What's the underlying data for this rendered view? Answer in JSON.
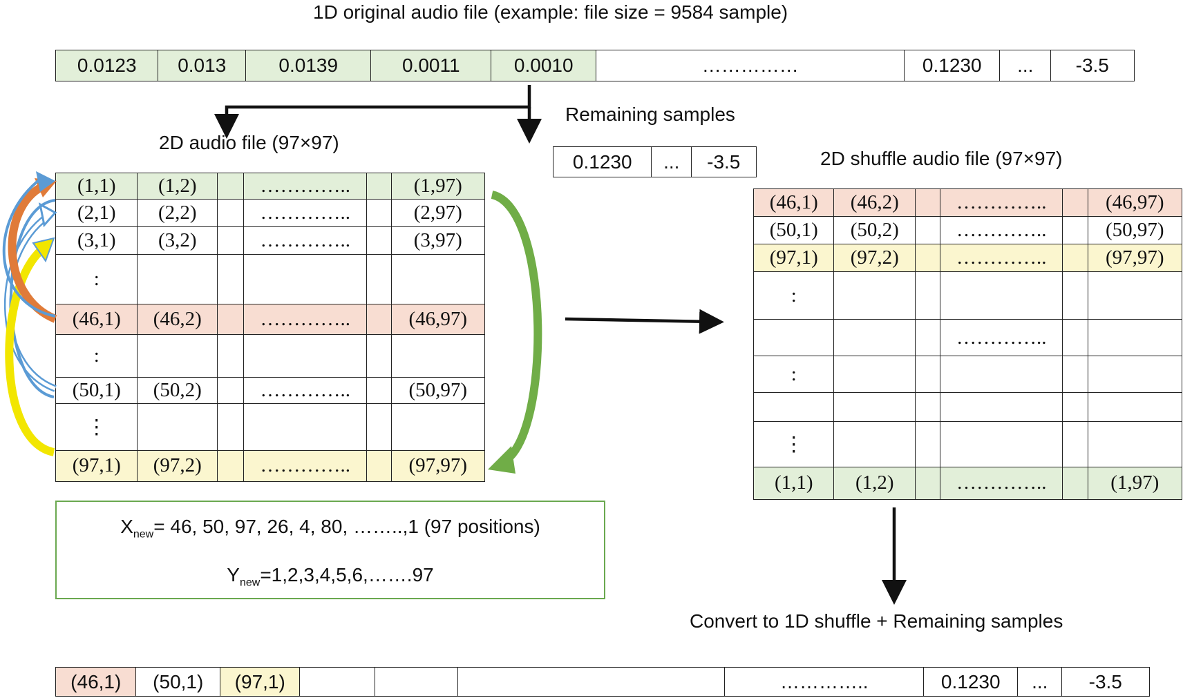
{
  "titles": {
    "original": "1D original audio file (example: file size = 9584 sample)",
    "remaining": "Remaining samples",
    "audio2d": "2D audio file (97×97)",
    "shuffle2d": "2D shuffle audio file (97×97)",
    "convert": "Convert to 1D shuffle + Remaining samples"
  },
  "row1d": [
    "0.0123",
    "0.013",
    "0.0139",
    "0.0011",
    "0.0010",
    "……………",
    "0.1230",
    "...",
    "-3.5"
  ],
  "remaining": [
    "0.1230",
    "...",
    "-3.5"
  ],
  "grid_left": [
    [
      "(1,1)",
      "(1,2)",
      "",
      "…………..",
      "",
      "(1,97)"
    ],
    [
      "(2,1)",
      "(2,2)",
      "",
      "…………..",
      "",
      "(2,97)"
    ],
    [
      "(3,1)",
      "(3,2)",
      "",
      "…………..",
      "",
      "(3,97)"
    ],
    [
      ":",
      "",
      "",
      "",
      "",
      ""
    ],
    [
      "(46,1)",
      "(46,2)",
      "",
      "…………..",
      "",
      "(46,97)"
    ],
    [
      ":",
      "",
      "",
      "",
      "",
      ""
    ],
    [
      "(50,1)",
      "(50,2)",
      "",
      "…………..",
      "",
      "(50,97)"
    ],
    [
      "⋮",
      "",
      "",
      "",
      "",
      ""
    ],
    [
      "(97,1)",
      "(97,2)",
      "",
      "…………..",
      "",
      "(97,97)"
    ]
  ],
  "grid_right": [
    [
      "(46,1)",
      "(46,2)",
      "",
      "…………..",
      "",
      "(46,97)"
    ],
    [
      "(50,1)",
      "(50,2)",
      "",
      "…………..",
      "",
      "(50,97)"
    ],
    [
      "(97,1)",
      "(97,2)",
      "",
      "…………..",
      "",
      "(97,97)"
    ],
    [
      ":",
      "",
      "",
      "",
      "",
      ""
    ],
    [
      "",
      "",
      "",
      "…………..",
      "",
      ""
    ],
    [
      ":",
      "",
      "",
      "",
      "",
      ""
    ],
    [
      "",
      "",
      "",
      "",
      "",
      ""
    ],
    [
      "⋮",
      "",
      "",
      "",
      "",
      ""
    ],
    [
      "(1,1)",
      "(1,2)",
      "",
      "…………..",
      "",
      "(1,97)"
    ]
  ],
  "formula": {
    "x_label": "X",
    "x_sub": "new",
    "x_text": "= 46, 50, 97, 26, 4, 80, ……..,1  (97 positions)",
    "y_label": "Y",
    "y_sub": "new",
    "y_text": "=1,2,3,4,5,6,…….97"
  },
  "bottom_row": [
    "(46,1)",
    "(50,1)",
    "(97,1)",
    "",
    "",
    "",
    "…………..",
    "0.1230",
    "...",
    "-3.5"
  ],
  "colors": {
    "green": "#e2efd9",
    "pink": "#f8ddd2",
    "yellow": "#fbf6cf",
    "orange_arrow": "#e07b39",
    "blue_arrow": "#5b9bd5",
    "yellow_arrow": "#f2e600",
    "green_arrow": "#70ad47"
  }
}
